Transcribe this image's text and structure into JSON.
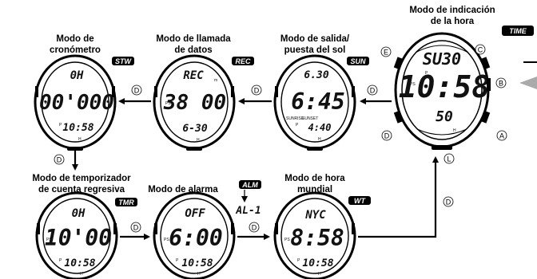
{
  "modes": {
    "time": {
      "title_line1": "Modo de indicación",
      "title_line2": "de la hora",
      "tag": "TIME",
      "top": "SU30",
      "main": "10:58",
      "bottom": "50",
      "pm": "P",
      "ps": "PS"
    },
    "sun": {
      "title_line1": "Modo de salida/",
      "title_line2": "puesta del sol",
      "tag": "SUN",
      "top": "6.30",
      "main": "6:45",
      "bottom": "4:40",
      "sunrise_label": "SUNRISE",
      "sunset_label": "SUNSET",
      "pm": "P"
    },
    "rec": {
      "title_line1": "Modo de llamada",
      "title_line2": "de datos",
      "tag": "REC",
      "top": "REC",
      "main": "38 00",
      "bottom": "6-30",
      "unit": "m"
    },
    "stw": {
      "title_line1": "Modo de",
      "title_line2": "cronómetro",
      "tag": "STW",
      "top": "0H",
      "main": "00'000",
      "bottom": "10:58",
      "pm": "P"
    },
    "tmr": {
      "title_line1": "Modo de temporizador",
      "title_line2": "de cuenta regresiva",
      "tag": "TMR",
      "top": "0H",
      "main": "10'00",
      "bottom": "10:58",
      "pm": "P"
    },
    "alm": {
      "title_line1": "Modo de alarma",
      "tag": "ALM",
      "sub": "AL-1",
      "top": "OFF",
      "main": "6:00",
      "bottom": "10:58",
      "pm": "P"
    },
    "wt": {
      "title_line1": "Modo de hora",
      "title_line2": "mundial",
      "tag": "WT",
      "top": "NYC",
      "main": "8:58",
      "bottom": "10:58",
      "pm": "P"
    }
  },
  "buttons": {
    "a": "A",
    "b": "B",
    "c": "C",
    "d": "D",
    "e": "E",
    "l": "L",
    "h": "H"
  },
  "transition_button": "D"
}
